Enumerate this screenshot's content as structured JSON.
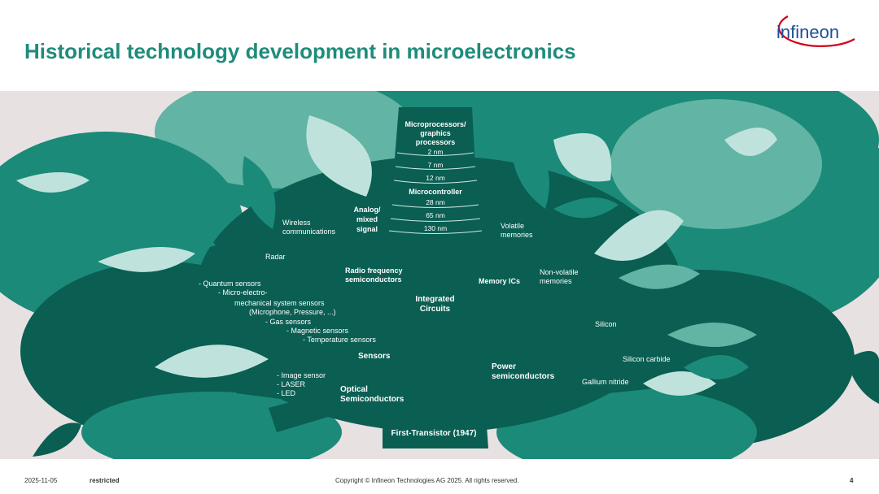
{
  "header": {
    "title": "Historical technology development in microelectronics",
    "logo_text": "infineon",
    "colors": {
      "title": "#1f8c7c",
      "logo_text": "#1f4e9a",
      "logo_arc": "#d0021b"
    }
  },
  "diagram": {
    "trunk": "First-Transistor (1947)",
    "center": "Integrated\nCircuits",
    "top_branch": {
      "heading1": "Microprocessors/\ngraphics\nprocessors",
      "rings1": [
        "2 nm",
        "7 nm",
        "12 nm"
      ],
      "heading2": "Microcontroller",
      "rings2": [
        "28 nm",
        "65 nm",
        "130 nm"
      ]
    },
    "analog": "Analog/\nmixed\nsignal",
    "rf": {
      "label": "Radio frequency\nsemiconductors",
      "items": [
        "Wireless\ncommunications",
        "Radar"
      ]
    },
    "sensors": {
      "label": "Sensors",
      "items": [
        "- Quantum sensors",
        "- Micro-electro-",
        "mechanical system sensors",
        "(Microphone, Pressure, ...)",
        "- Gas sensors",
        "- Magnetic sensors",
        "- Temperature sensors"
      ]
    },
    "optical": {
      "label": "Optical\nSemiconductors",
      "items": [
        "- Image sensor",
        "- LASER",
        "- LED"
      ]
    },
    "memory": {
      "label": "Memory ICs",
      "items": [
        "Volatile\nmemories",
        "Non-volatile\nmemories"
      ]
    },
    "power": {
      "label": "Power\nsemiconductors",
      "items": [
        "Silicon",
        "Silicon carbide",
        "Gallium nitride"
      ]
    },
    "colors": {
      "background": "#e8e1e2",
      "dark": "#0a5e52",
      "mid": "#1b8a79",
      "light": "#62b4a4",
      "pale": "#bfe3dc"
    }
  },
  "footer": {
    "date": "2025-11-05",
    "classification": "restricted",
    "copyright": "Copyright © Infineon Technologies AG 2025. All rights reserved.",
    "page": "4"
  }
}
